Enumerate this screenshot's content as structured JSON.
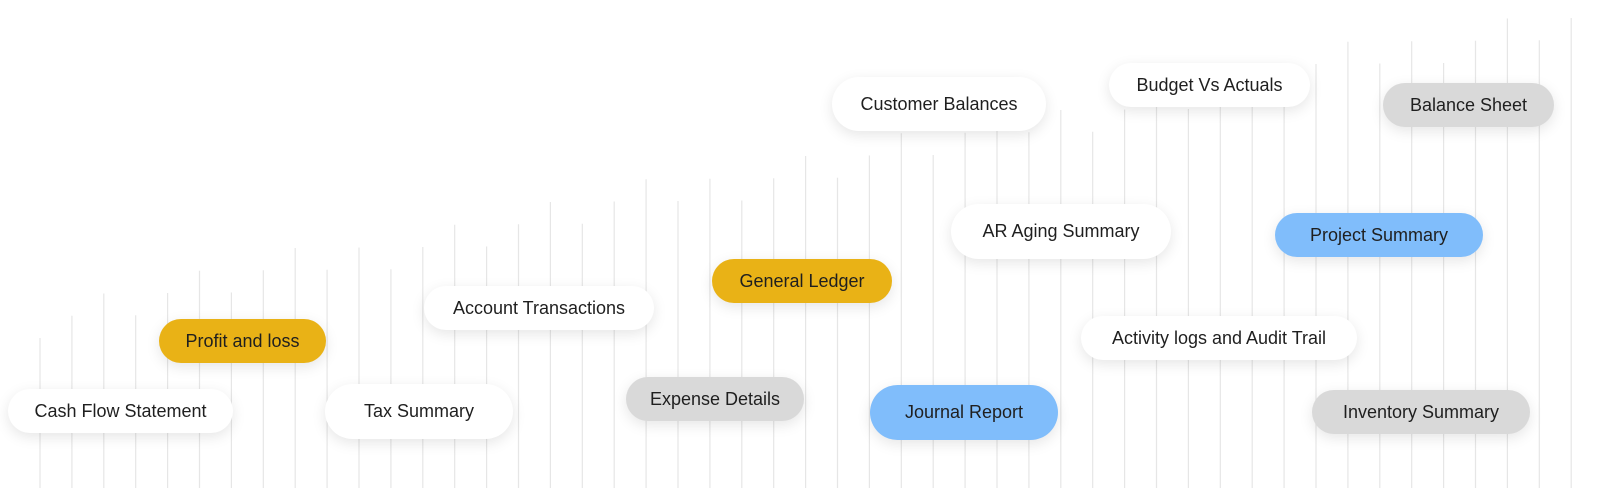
{
  "colors": {
    "white": "#ffffff",
    "gray": "#d9d9d9",
    "yellow": "#e9b216",
    "blue": "#80bdfb",
    "line": "#e6e6e6"
  },
  "reports": {
    "cash_flow_statement": {
      "label": "Cash Flow Statement",
      "style": "white"
    },
    "profit_and_loss": {
      "label": "Profit and loss",
      "style": "yellow"
    },
    "tax_summary": {
      "label": "Tax Summary",
      "style": "white"
    },
    "account_transactions": {
      "label": "Account Transactions",
      "style": "white"
    },
    "expense_details": {
      "label": "Expense Details",
      "style": "gray"
    },
    "general_ledger": {
      "label": "General Ledger",
      "style": "yellow"
    },
    "customer_balances": {
      "label": "Customer Balances",
      "style": "white"
    },
    "journal_report": {
      "label": "Journal Report",
      "style": "blue"
    },
    "ar_aging_summary": {
      "label": "AR Aging Summary",
      "style": "white"
    },
    "budget_vs_actuals": {
      "label": "Budget Vs Actuals",
      "style": "white"
    },
    "activity_logs": {
      "label": "Activity logs and Audit Trail",
      "style": "white"
    },
    "project_summary": {
      "label": "Project Summary",
      "style": "blue"
    },
    "balance_sheet": {
      "label": "Balance Sheet",
      "style": "gray"
    },
    "inventory_summary": {
      "label": "Inventory Summary",
      "style": "gray"
    }
  }
}
